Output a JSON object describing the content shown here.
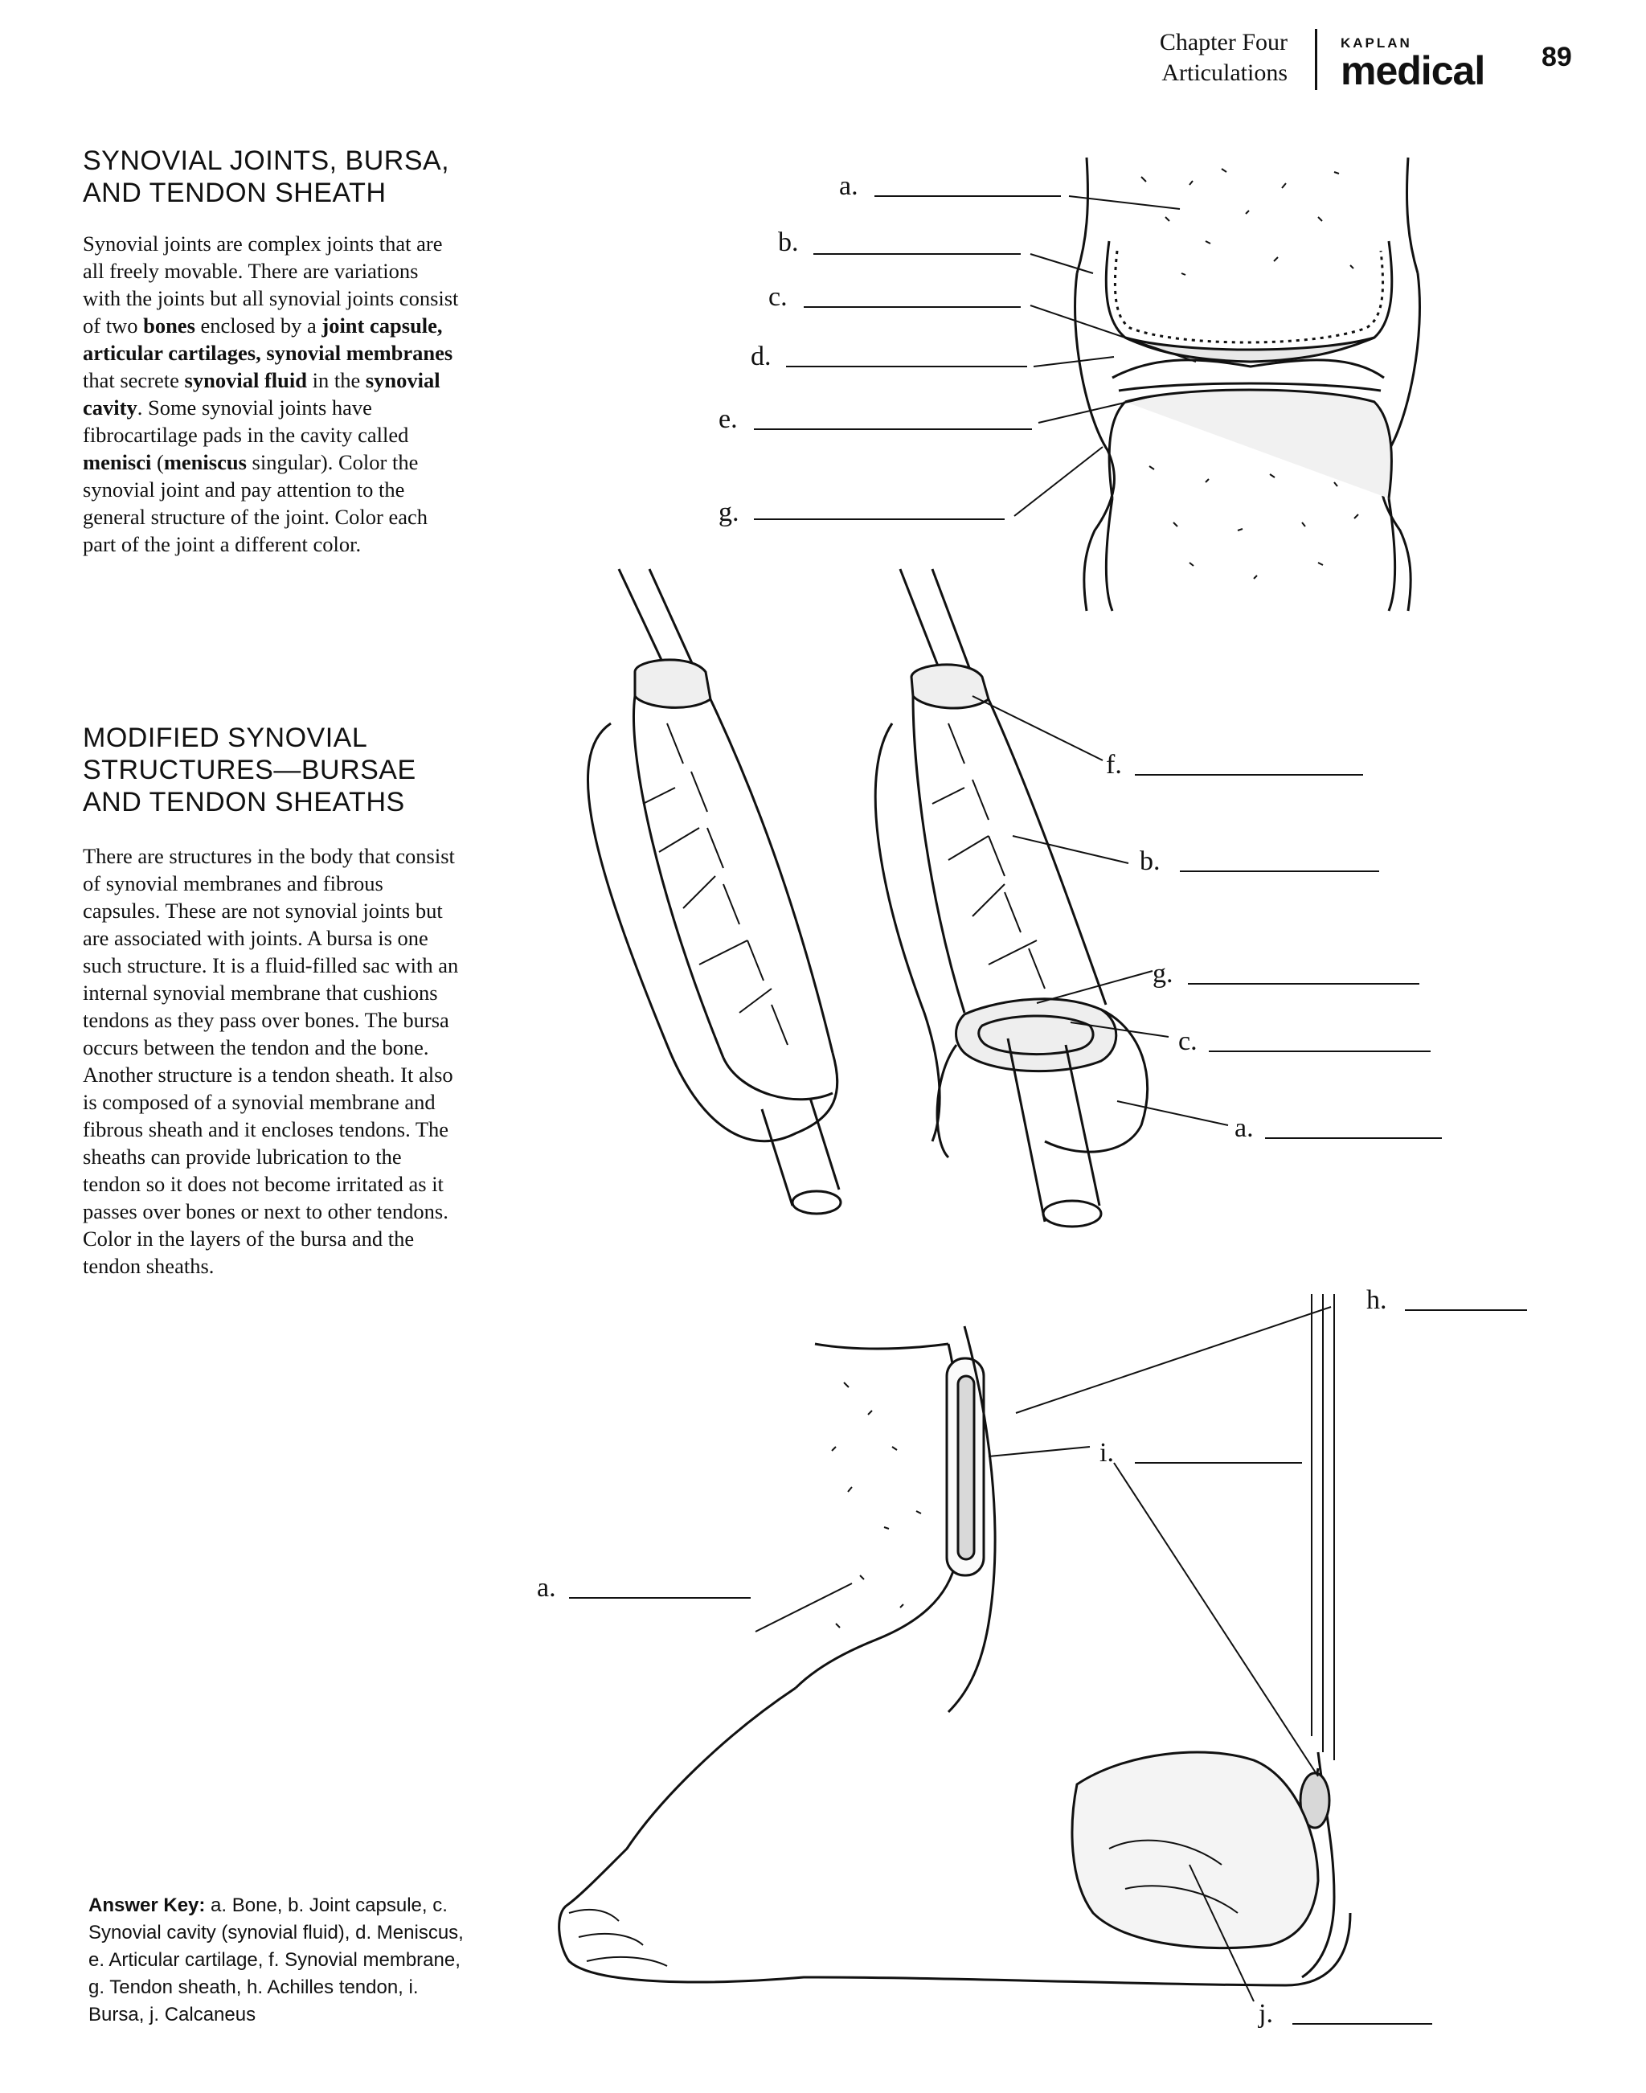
{
  "header": {
    "chapter": "Chapter Four",
    "section": "Articulations",
    "brand_small": "KAPLAN",
    "brand_large": "medical",
    "page_number": "89"
  },
  "section1": {
    "heading_line1": "SYNOVIAL JOINTS, BURSA,",
    "heading_line2": "AND TENDON SHEATH",
    "paragraph": [
      {
        "t": "Synovial joints are complex joints that are all freely movable. There are variations with the joints but all synovial joints consist of two ",
        "b": false
      },
      {
        "t": "bones",
        "b": true
      },
      {
        "t": " enclosed by a ",
        "b": false
      },
      {
        "t": "joint capsule, articular cartilages, synovial membranes",
        "b": true
      },
      {
        "t": " that secrete ",
        "b": false
      },
      {
        "t": "synovial fluid",
        "b": true
      },
      {
        "t": " in the ",
        "b": false
      },
      {
        "t": "synovial cavity",
        "b": true
      },
      {
        "t": ". Some synovial joints have fibrocartilage pads in the cavity called ",
        "b": false
      },
      {
        "t": "menisci",
        "b": true
      },
      {
        "t": " (",
        "b": false
      },
      {
        "t": "meniscus",
        "b": true
      },
      {
        "t": " singular). Color the synovial joint and pay attention to the general structure of the joint. Color each part of the joint a different color.",
        "b": false
      }
    ]
  },
  "section2": {
    "heading_line1": "MODIFIED SYNOVIAL",
    "heading_line2": "STRUCTURES—BURSAE",
    "heading_line3": "AND TENDON SHEATHS",
    "paragraph": "There are structures in the body that consist of synovial membranes and fibrous capsules. These are not synovial joints but are associated with joints. A bursa is one such structure. It is a fluid-filled sac with an internal synovial membrane that cushions tendons as they pass over bones. The bursa occurs between the tendon and the bone.  Another structure is a tendon sheath. It also is composed of a synovial membrane and fibrous sheath and it encloses tendons. The sheaths can provide lubrication to the tendon so it does not become irritated as it passes over bones or next to other tendons. Color in the layers of the bursa and the tendon sheaths."
  },
  "answer_key": {
    "title": "Answer Key:",
    "text": " a. Bone, b. Joint capsule, c. Synovial cavity (synovial fluid), d. Meniscus, e. Articular cartilage, f. Synovial membrane, g. Tendon sheath, h. Achilles tendon, i. Bursa, j. Calcaneus"
  },
  "figure1_labels": [
    "a.",
    "b.",
    "c.",
    "d.",
    "e.",
    "g."
  ],
  "figure2_labels": [
    "f.",
    "b.",
    "g.",
    "c.",
    "a."
  ],
  "figure3_labels": [
    "h.",
    "i.",
    "a.",
    "j."
  ]
}
